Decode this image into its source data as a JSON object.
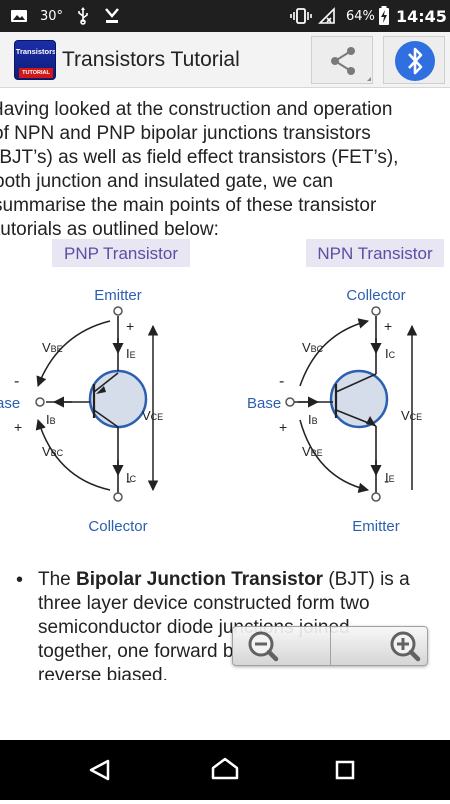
{
  "status_bar": {
    "temperature": "30°",
    "battery": "64%",
    "time": "14:45",
    "icons": [
      "image-icon",
      "usb-icon",
      "download-icon",
      "vibrate-icon",
      "no-signal-icon",
      "battery-charging-icon"
    ]
  },
  "app_bar": {
    "icon_text_top": "Transistors",
    "icon_text_bottom": "TUTORIAL",
    "title": "Transistors Tutorial",
    "actions": [
      "share-icon",
      "bluetooth-icon"
    ]
  },
  "article": {
    "intro_lines": [
      "Having looked at the construction and operation",
      "of NPN and PNP bipolar junctions transistors",
      "(BJT’s) as well as field effect transistors (FET’s),",
      "both junction and insulated gate, we can",
      "summarise the main points of these transistor",
      "tutorials as outlined below:"
    ],
    "diagram": {
      "pnp": {
        "title": "PNP Transistor",
        "top_terminal": "Emitter",
        "bottom_terminal": "Collector",
        "base": "Base",
        "v_top": "V",
        "v_top_sub": "BE",
        "v_bottom": "V",
        "v_bottom_sub": "BC",
        "i_top": "I",
        "i_top_sub": "E",
        "i_bottom": "I",
        "i_bottom_sub": "C",
        "i_base": "I",
        "i_base_sub": "B",
        "v_ce": "V",
        "v_ce_sub": "CE"
      },
      "npn": {
        "title": "NPN Transistor",
        "top_terminal": "Collector",
        "bottom_terminal": "Emitter",
        "base": "Base",
        "v_top": "V",
        "v_top_sub": "BC",
        "v_bottom": "V",
        "v_bottom_sub": "BE",
        "i_top": "I",
        "i_top_sub": "C",
        "i_bottom": "I",
        "i_bottom_sub": "E",
        "i_base": "I",
        "i_base_sub": "B",
        "v_ce": "V",
        "v_ce_sub": "CE"
      },
      "plus": "+",
      "minus": "-"
    },
    "bullet": {
      "the": "The ",
      "term": "Bipolar Junction Transistor",
      "after_term": " (BJT) is a",
      "lines": [
        "three layer device constructed form two",
        "semiconductor diode junctions joined",
        "together, one forward b",
        "reverse biased."
      ]
    }
  },
  "zoom_controls": [
    "zoom-out-icon",
    "zoom-in-icon"
  ],
  "nav_bar": [
    "back-icon",
    "home-icon",
    "recents-icon"
  ],
  "colors": {
    "status_bar": "#1f1f1f",
    "app_bar": "#f3f3f3",
    "bluetooth": "#2f6fe0",
    "diagram_blue": "#2b5fb0",
    "diagram_fill": "#d5dcea",
    "title_box": "#e8e6f2",
    "title_text": "#5a4fa3"
  }
}
